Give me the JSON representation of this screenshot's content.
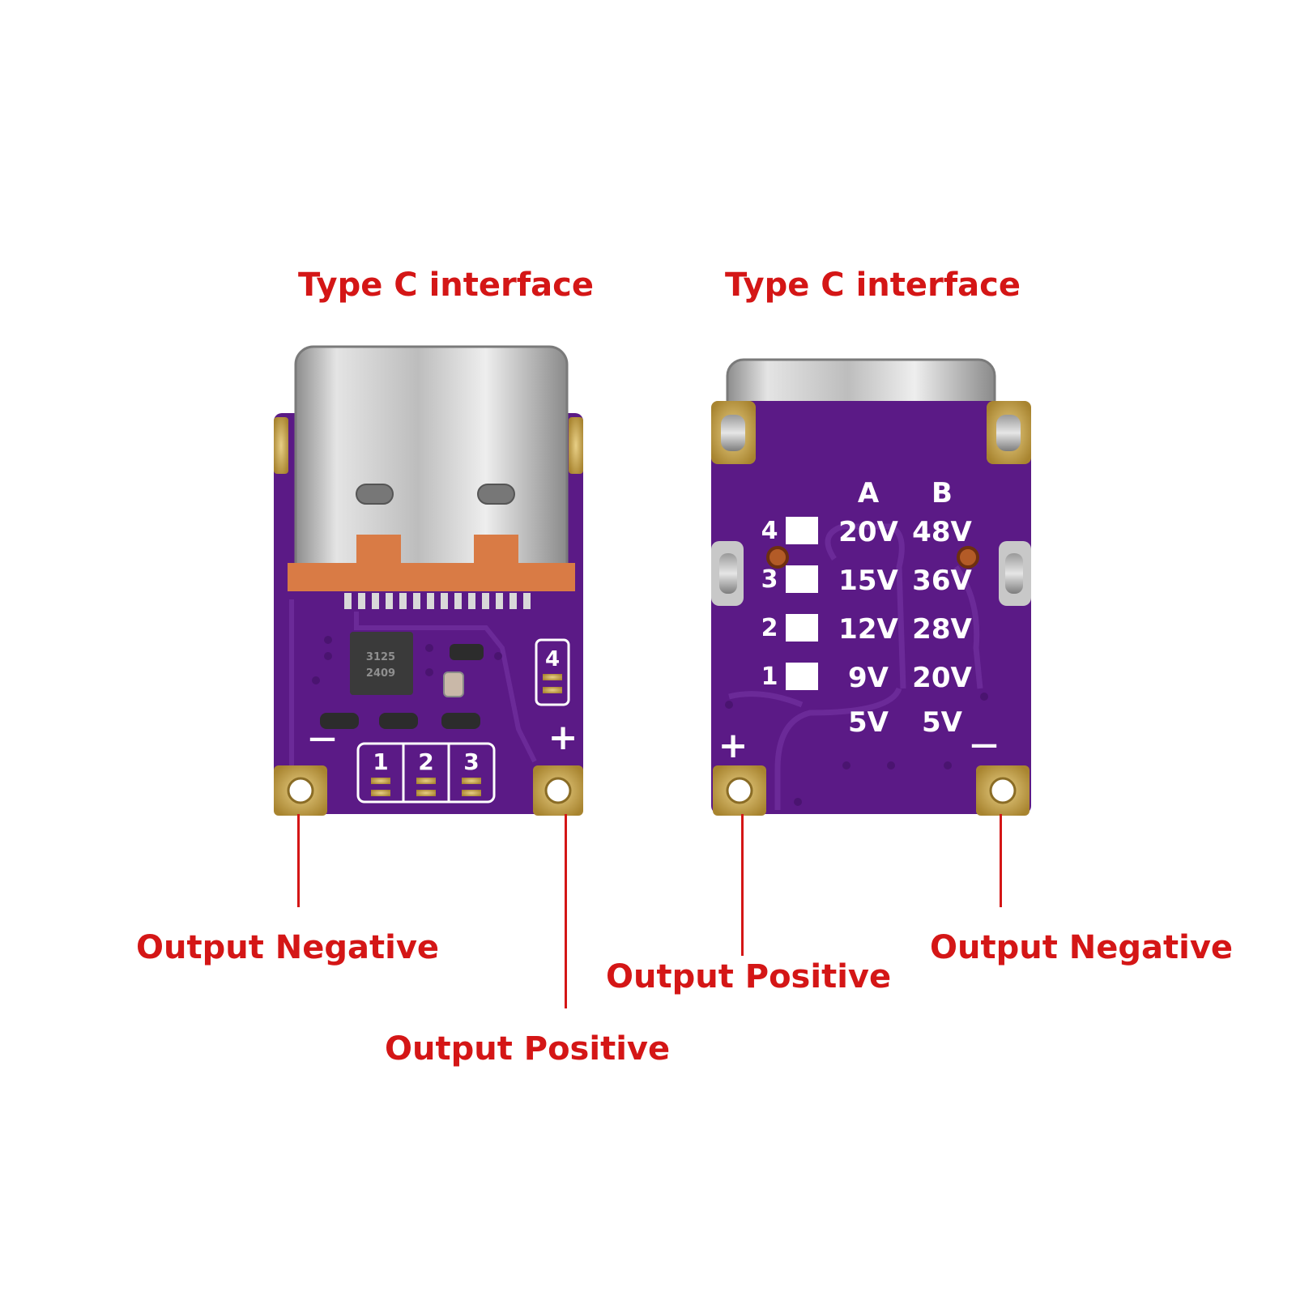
{
  "colors": {
    "label_red": "#d41616",
    "pcb_purple": "#5b1a86",
    "pcb_purple_light": "#6c2597",
    "pad_gold": "#c9a64b",
    "metal": "#c7c7c7"
  },
  "front": {
    "top_label": "Type C interface",
    "left_label": "Output Negative",
    "right_label": "Output Positive",
    "silk_minus": "—",
    "silk_plus": "+",
    "jumpers": [
      "1",
      "2",
      "3"
    ],
    "jumper_4": "4",
    "chip_text_1": "3125",
    "chip_text_2": "2409"
  },
  "back": {
    "top_label": "Type C interface",
    "left_label": "Output Positive",
    "right_label": "Output Negative",
    "silk_plus": "+",
    "silk_minus": "—",
    "col_a": "A",
    "col_b": "B",
    "rows": [
      {
        "num": "4",
        "a": "20V",
        "b": "48V"
      },
      {
        "num": "3",
        "a": "15V",
        "b": "36V"
      },
      {
        "num": "2",
        "a": "12V",
        "b": "28V"
      },
      {
        "num": "1",
        "a": "9V",
        "b": "20V"
      }
    ],
    "default_a": "5V",
    "default_b": "5V"
  }
}
